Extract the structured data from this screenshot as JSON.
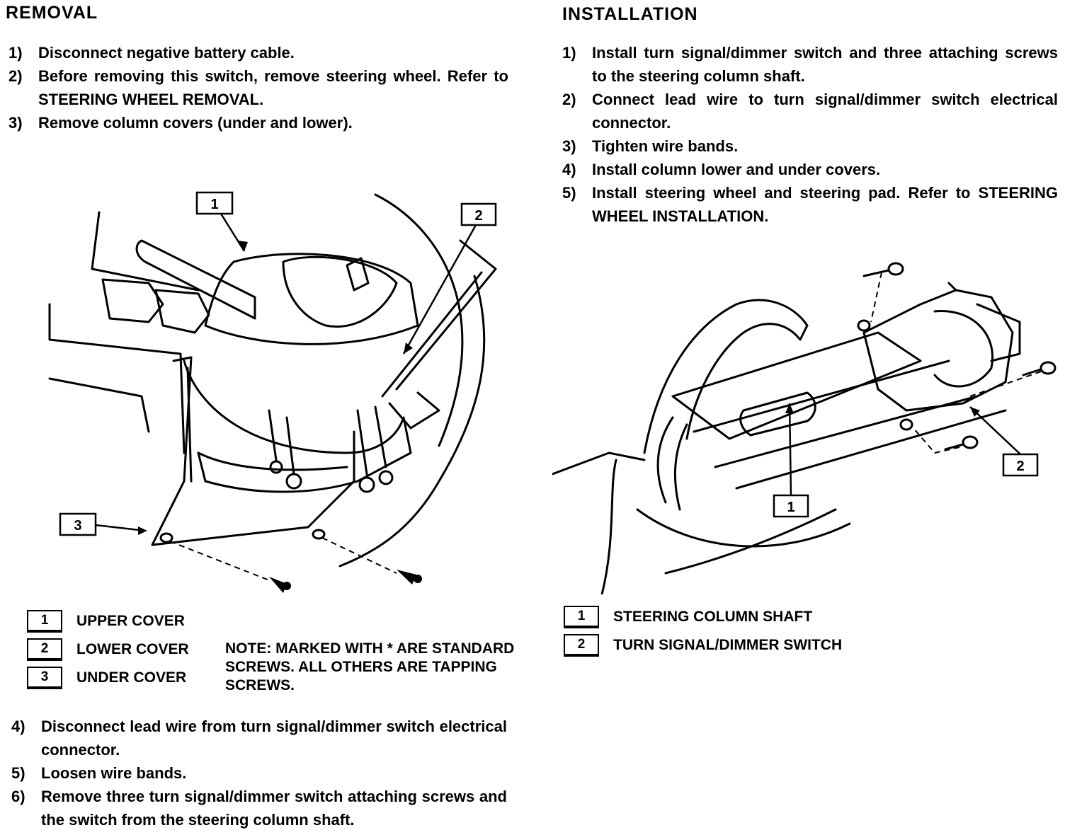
{
  "removal": {
    "heading": "REMOVAL",
    "steps_a": [
      {
        "num": "1)",
        "text": "Disconnect negative battery cable."
      },
      {
        "num": "2)",
        "text": "Before removing this switch, remove steering wheel. Refer to STEERING WHEEL REMOVAL."
      },
      {
        "num": "3)",
        "text": "Remove column covers (under and lower)."
      }
    ],
    "callouts": [
      "1",
      "2",
      "3"
    ],
    "legend": [
      {
        "num": "1",
        "label": "UPPER COVER"
      },
      {
        "num": "2",
        "label": "LOWER COVER"
      },
      {
        "num": "3",
        "label": "UNDER COVER"
      }
    ],
    "note": "NOTE: MARKED WITH * ARE STANDARD SCREWS. ALL OTHERS ARE TAPPING SCREWS.",
    "steps_b": [
      {
        "num": "4)",
        "text": "Disconnect lead wire from turn signal/dimmer switch electrical connector."
      },
      {
        "num": "5)",
        "text": "Loosen wire bands."
      },
      {
        "num": "6)",
        "text": "Remove three turn signal/dimmer switch attaching screws and the switch from the steering column shaft."
      }
    ]
  },
  "installation": {
    "heading": "INSTALLATION",
    "steps": [
      {
        "num": "1)",
        "text": "Install turn signal/dimmer switch and three attaching screws to the steering column shaft."
      },
      {
        "num": "2)",
        "text": "Connect lead wire to turn signal/dimmer switch electrical connector."
      },
      {
        "num": "3)",
        "text": "Tighten wire bands."
      },
      {
        "num": "4)",
        "text": "Install column lower and under covers."
      },
      {
        "num": "5)",
        "text": "Install steering wheel and steering pad. Refer to STEERING WHEEL INSTALLATION."
      }
    ],
    "callouts": [
      "1",
      "2"
    ],
    "legend": [
      {
        "num": "1",
        "label": "STEERING COLUMN SHAFT"
      },
      {
        "num": "2",
        "label": "TURN SIGNAL/DIMMER SWITCH"
      }
    ]
  }
}
